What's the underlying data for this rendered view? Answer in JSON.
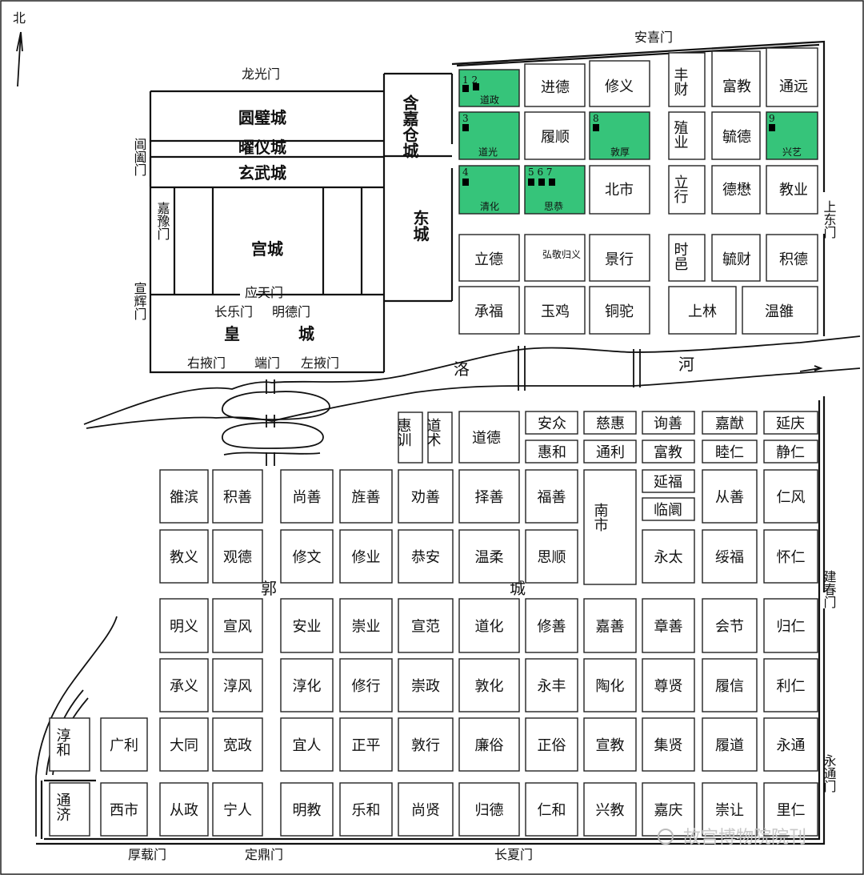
{
  "north": "北",
  "gates": {
    "anxi": "安喜门",
    "longguang": "龙光门",
    "changhe": "阊阖门",
    "jiayu": "嘉豫门",
    "xuanhui": "宣辉门",
    "yingtian": "应天门",
    "changle": "长乐门",
    "mingde": "明德门",
    "youye": "右掖门",
    "duan": "端门",
    "zuoye": "左掖门",
    "shangdong": "上东门",
    "jianchun": "建春门",
    "yongtong": "永通门",
    "houzai": "厚载门",
    "dingding": "定鼎门",
    "changxia": "长夏门"
  },
  "palace": {
    "yuanbi": "圆璧城",
    "yaoyi": "曜仪城",
    "xuanwu": "玄武城",
    "gong": "宫城",
    "huang1": "皇",
    "huang2": "城",
    "hanjiacang": "含嘉仓城",
    "dong": "东城"
  },
  "river": {
    "luo": "洛",
    "he": "河"
  },
  "guo": {
    "g1": "郭",
    "g2": "城"
  },
  "wards_north": {
    "daozheng": "道政",
    "jinde": "进德",
    "xiuyi": "修义",
    "fengcai": "丰财",
    "fujiao": "富教",
    "tongyuan": "通远",
    "daoguang": "道光",
    "lvshun": "履顺",
    "dunhou": "敦厚",
    "zhiye": "殖业",
    "yude": "毓德",
    "xingyi": "兴艺",
    "qinghua": "清化",
    "sigong": "思恭",
    "beishi": "北市",
    "lixing": "立行",
    "demao": "德懋",
    "jiaoye": "教业",
    "lide": "立德",
    "hongjingguiyi": "弘敬归义",
    "jingxing": "景行",
    "shiyi": "时邑",
    "yucai": "毓财",
    "jide": "积德",
    "chengfu": "承福",
    "yuji": "玉鸡",
    "tongtuo": "铜驼",
    "shanglin": "上林",
    "wenluo": "温雒"
  },
  "green_marks": {
    "m12": "1 2",
    "m3": "3",
    "m8": "8",
    "m9": "9",
    "m4": "4",
    "m567": "5 6 7"
  },
  "wards_south_east": {
    "huixun": "惠训",
    "daoshu": "道术",
    "daode": "道德",
    "anzhong": "安众",
    "cihui": "慈惠",
    "xunshan": "询善",
    "jiayou": "嘉猷",
    "yanqing": "延庆",
    "huihe": "惠和",
    "tongli": "通利",
    "fujiao": "富教",
    "duren": "睦仁",
    "jingren": "静仁",
    "yanfu": "延福",
    "linhuan": "临阛",
    "nanshi": "南市"
  },
  "wards_south": [
    [
      "雒滨",
      "积善",
      "尚善",
      "旌善",
      "劝善",
      "择善",
      "福善",
      "从善",
      "仁风"
    ],
    [
      "教义",
      "观德",
      "修文",
      "修业",
      "恭安",
      "温柔",
      "思顺",
      "永太",
      "绥福",
      "怀仁"
    ],
    [
      "明义",
      "宣风",
      "安业",
      "崇业",
      "宣范",
      "道化",
      "修善",
      "嘉善",
      "章善",
      "会节",
      "归仁"
    ],
    [
      "承义",
      "淳风",
      "淳化",
      "修行",
      "崇政",
      "敦化",
      "永丰",
      "陶化",
      "尊贤",
      "履信",
      "利仁"
    ],
    [
      "淳和",
      "广利",
      "大同",
      "宽政",
      "宜人",
      "正平",
      "敦行",
      "廉俗",
      "正俗",
      "宣教",
      "集贤",
      "履道",
      "永通"
    ],
    [
      "通济",
      "西市",
      "从政",
      "宁人",
      "明教",
      "乐和",
      "尚贤",
      "归德",
      "仁和",
      "兴教",
      "嘉庆",
      "崇让",
      "里仁"
    ]
  ],
  "watermark": "故宫博物院院刊"
}
